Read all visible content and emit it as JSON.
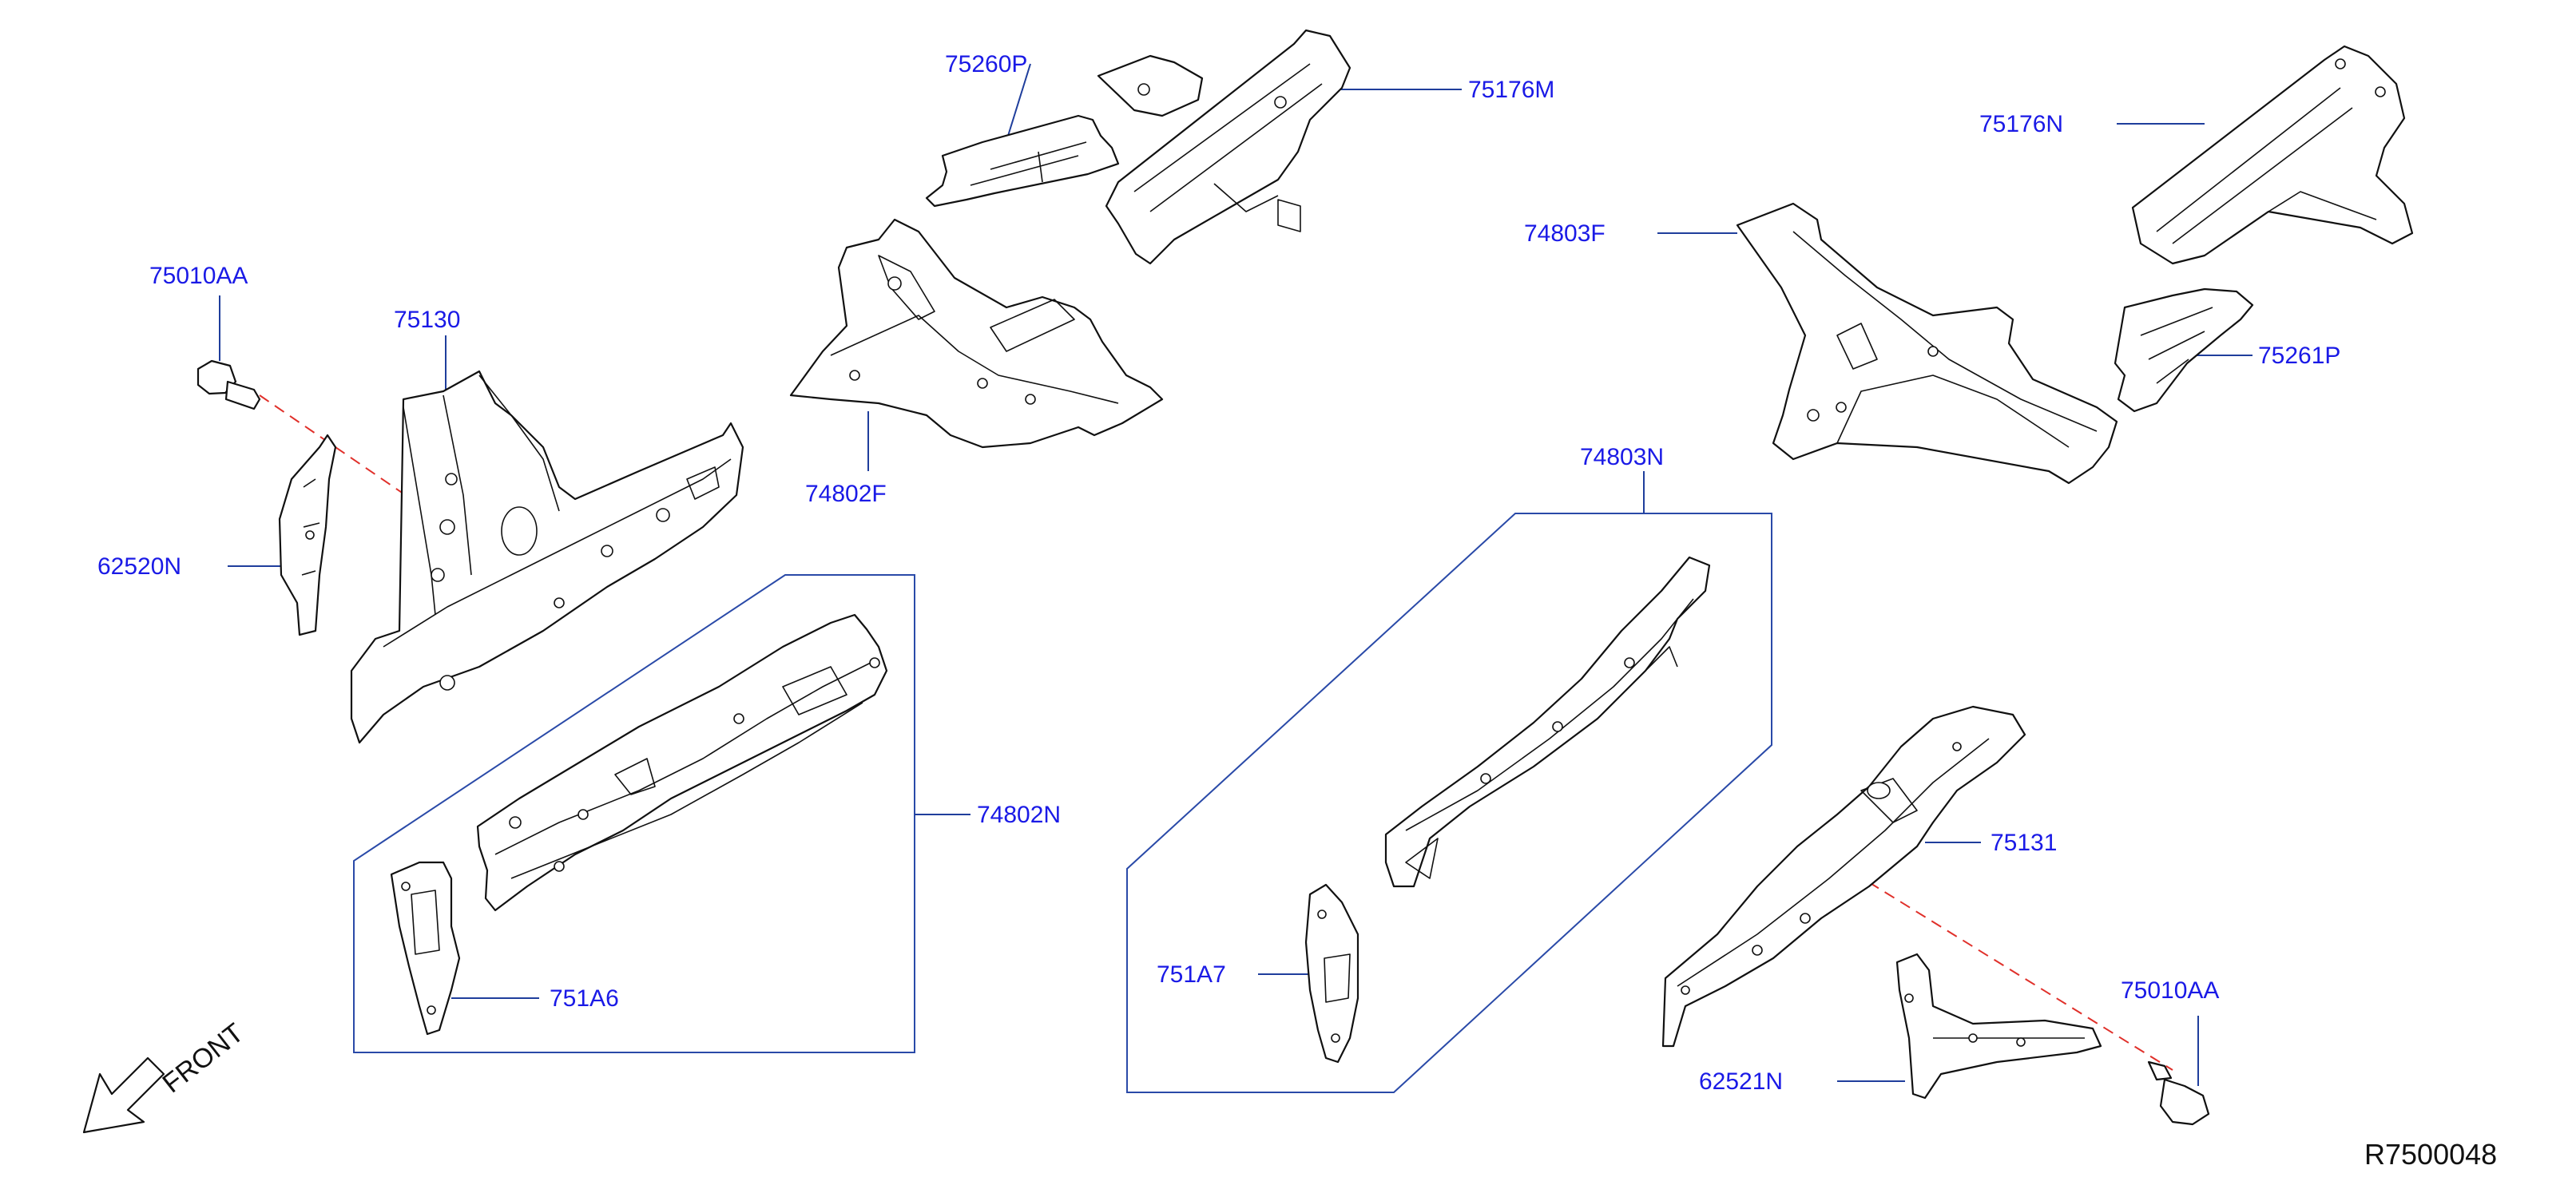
{
  "labels": {
    "p75260P": "75260P",
    "p75176M": "75176M",
    "p75176N": "75176N",
    "p74803F": "74803F",
    "p75010AA_left": "75010AA",
    "p75130": "75130",
    "p74802F": "74802F",
    "p62520N": "62520N",
    "p75261P": "75261P",
    "p74803N": "74803N",
    "p74802N": "74802N",
    "p751A6": "751A6",
    "p751A7": "751A7",
    "p75131": "75131",
    "p75010AA_right": "75010AA",
    "p62521N": "62521N"
  },
  "front_label": "FRONT",
  "reference": "R7500048",
  "colors": {
    "label_text": "#1a1ae6",
    "leader_line": "#1f3e9c",
    "dashed_axis": "#e0302a",
    "part_outline": "#111111"
  }
}
